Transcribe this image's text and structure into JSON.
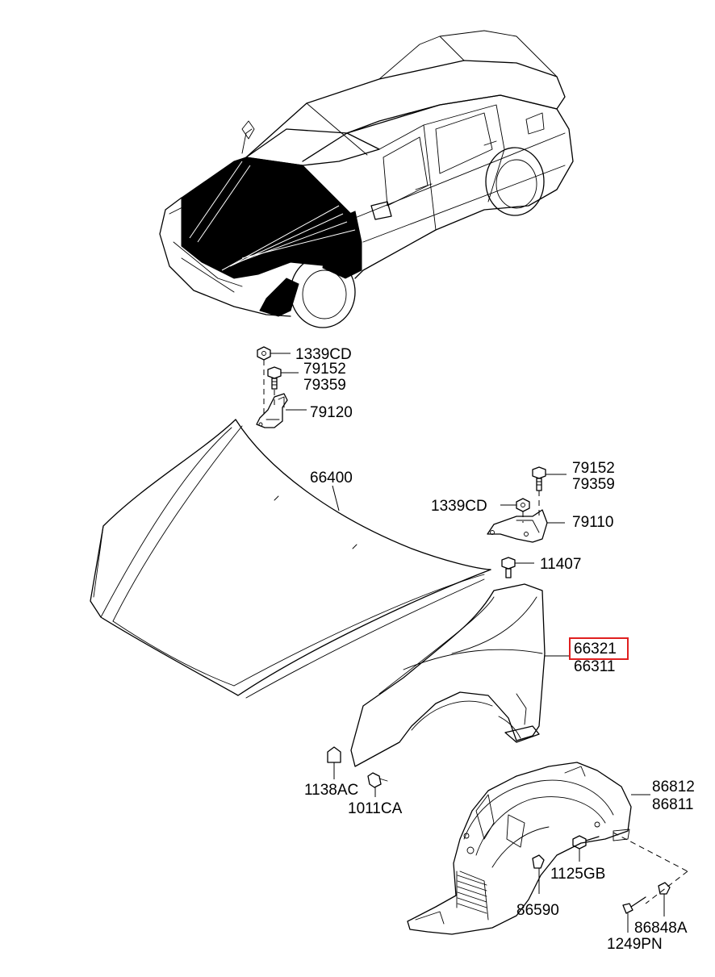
{
  "highlight_color": "#e02020",
  "labels": {
    "hinge_nut_upper": "1339CD",
    "hinge_bolt_upper_a": "79152",
    "hinge_bolt_upper_b": "79359",
    "hinge_upper": "79120",
    "hood_panel": "66400",
    "hinge_bolt_lower_a": "79152",
    "hinge_bolt_lower_b": "79359",
    "hinge_nut_lower": "1339CD",
    "hinge_lower": "79110",
    "fender_bolt": "11407",
    "fender_lh": "66321",
    "fender_rh": "66311",
    "bumper_stop": "1138AC",
    "fender_screw": "1011CA",
    "liner_a": "86812",
    "liner_b": "86811",
    "liner_screw": "1125GB",
    "clip": "86590",
    "retainer": "86848A",
    "tapping_screw": "1249PN"
  }
}
